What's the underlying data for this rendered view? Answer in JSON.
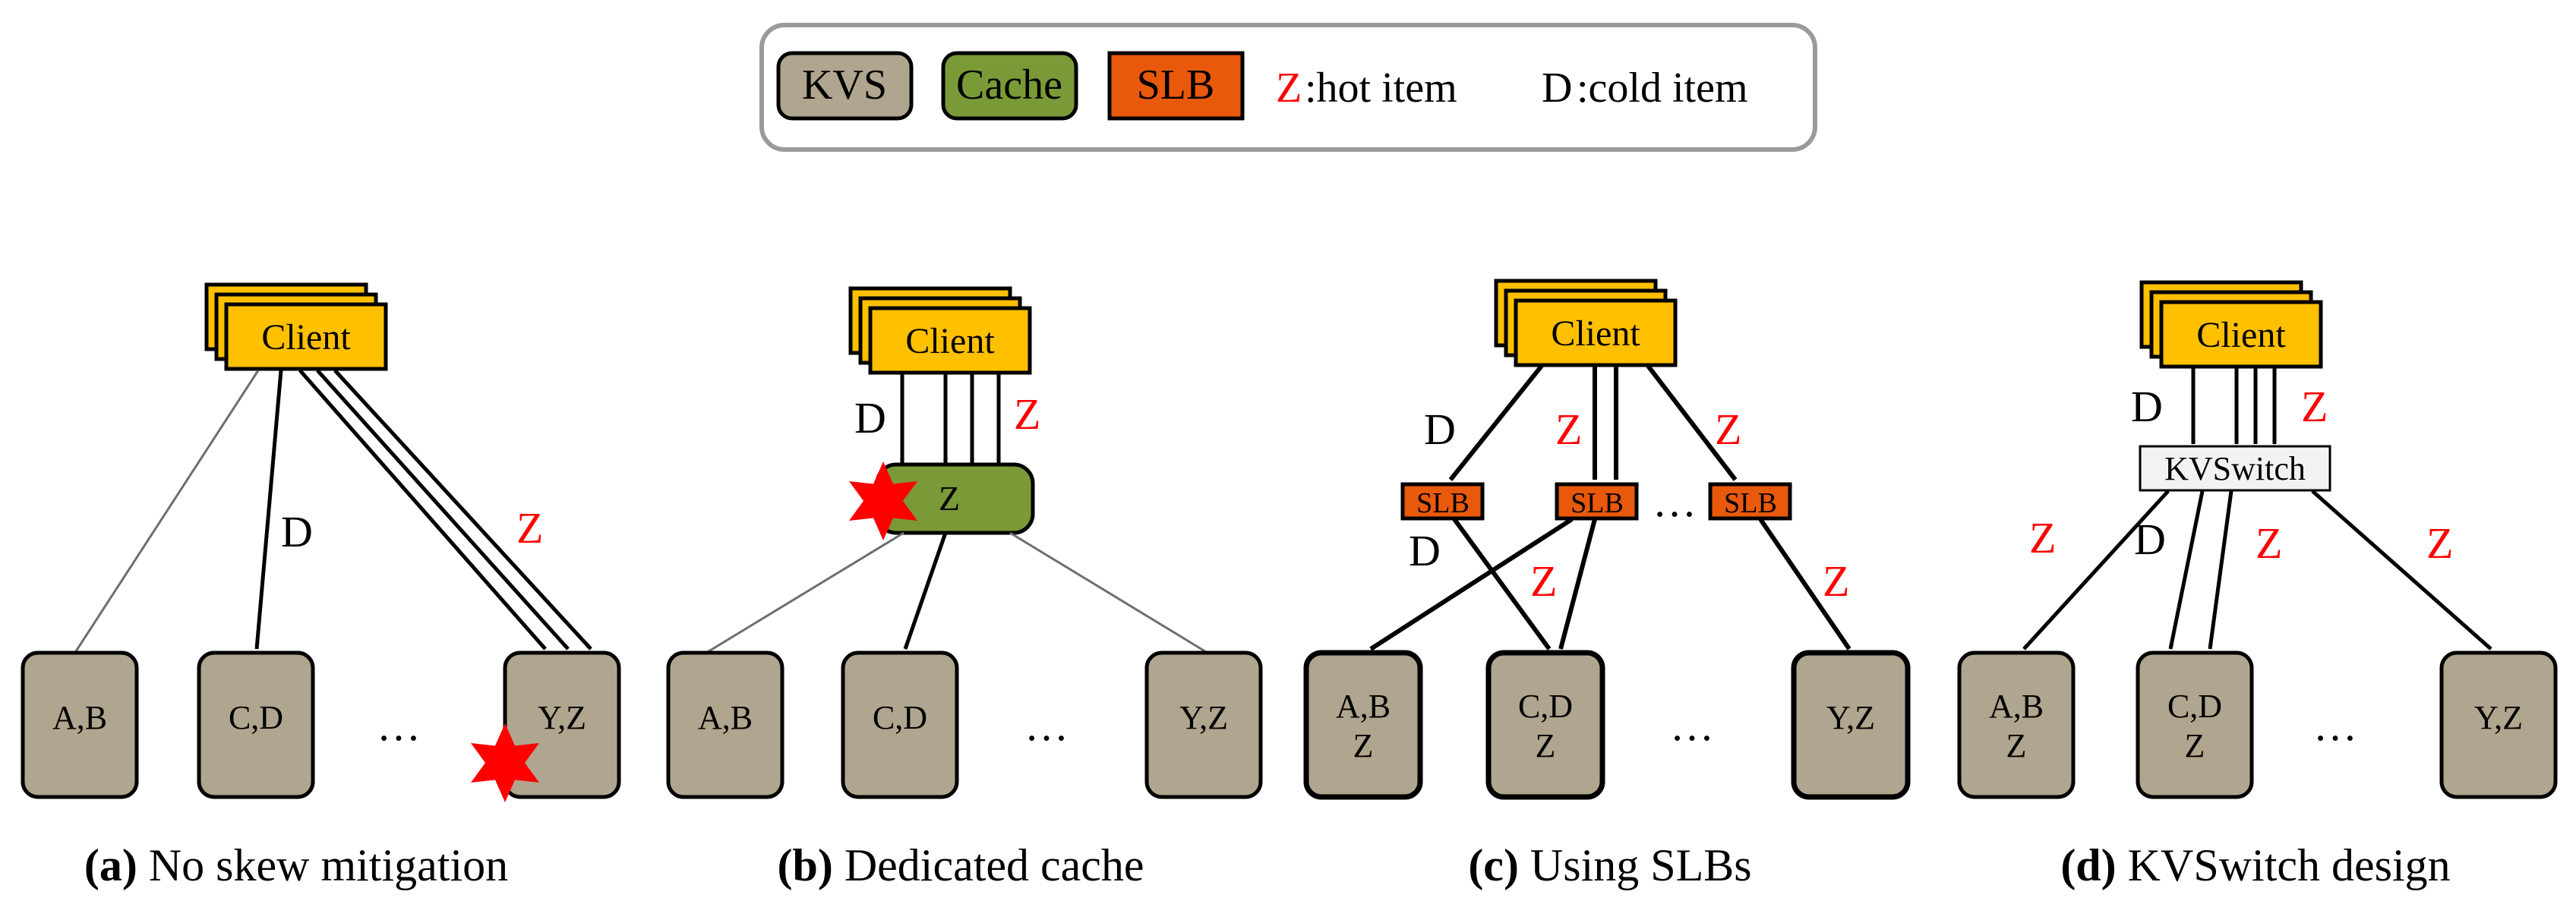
{
  "legend": {
    "kvs": "KVS",
    "cache": "Cache",
    "slb": "SLB",
    "hot_symbol": "Z",
    "hot_text": ":hot item",
    "cold_symbol": "D",
    "cold_text": ":cold item"
  },
  "colors": {
    "kvs_fill": "#b0a58e",
    "cache_fill": "#7a9a37",
    "slb_fill": "#e8590c",
    "client_fill": "#ffc000",
    "hot_red": "#ff0000",
    "kvswitch_fill": "#f2f2f2"
  },
  "panels": [
    {
      "id": "a",
      "caption_letter": "(a)",
      "caption_text": " No skew mitigation",
      "client": "Client",
      "servers": [
        "A,B",
        "C,D",
        "Y,Z"
      ],
      "ellipsis": "…",
      "labels": {
        "cold": "D",
        "hot": "Z"
      }
    },
    {
      "id": "b",
      "caption_letter": "(b)",
      "caption_text": " Dedicated cache",
      "client": "Client",
      "cache": "Z",
      "servers": [
        "A,B",
        "C,D",
        "Y,Z"
      ],
      "ellipsis": "…",
      "labels": {
        "cold": "D",
        "hot": "Z"
      }
    },
    {
      "id": "c",
      "caption_letter": "(c)",
      "caption_text": " Using SLBs",
      "client": "Client",
      "slbs": [
        "SLB",
        "SLB",
        "SLB"
      ],
      "slb_ellipsis": "…",
      "servers": [
        {
          "line1": "A,B",
          "line2": "Z"
        },
        {
          "line1": "C,D",
          "line2": "Z"
        },
        {
          "line1": "Y,Z",
          "line2": ""
        }
      ],
      "ellipsis": "…",
      "labels": {
        "cold1": "D",
        "hot1": "Z",
        "hot2": "Z",
        "cold2": "D",
        "hot3": "Z",
        "hot4": "Z"
      }
    },
    {
      "id": "d",
      "caption_letter": "(d)",
      "caption_text": " KVSwitch design",
      "client": "Client",
      "switch": "KVSwitch",
      "servers": [
        {
          "line1": "A,B",
          "line2": "Z"
        },
        {
          "line1": "C,D",
          "line2": "Z"
        },
        {
          "line1": "Y,Z",
          "line2": ""
        }
      ],
      "ellipsis": "…",
      "labels": {
        "cold1": "D",
        "hot1": "Z",
        "hot2": "Z",
        "cold2": "D",
        "hot3": "Z",
        "hot4": "Z"
      }
    }
  ]
}
